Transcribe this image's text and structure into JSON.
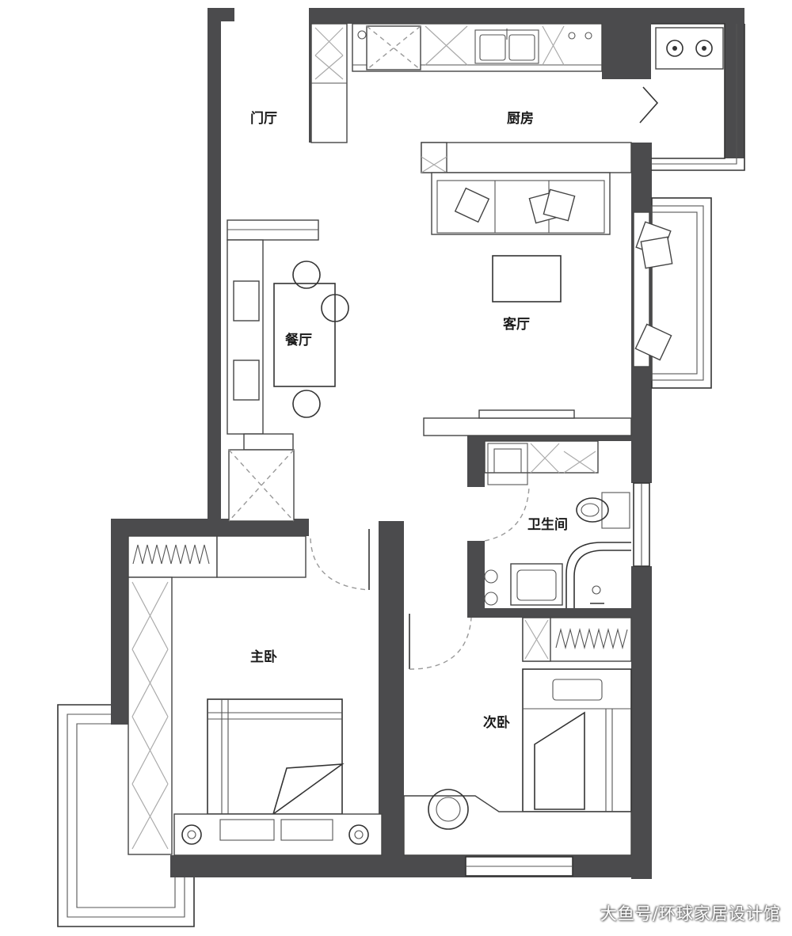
{
  "rooms": {
    "foyer": "门厅",
    "kitchen": "厨房",
    "living": "客厅",
    "dining": "餐厅",
    "bathroom": "卫生间",
    "master_bedroom": "主卧",
    "second_bedroom": "次卧"
  },
  "watermark": "大鱼号/环球家居设计馆",
  "colors": {
    "wall": "#4b4b4d",
    "line": "#333333",
    "background": "#ffffff"
  }
}
